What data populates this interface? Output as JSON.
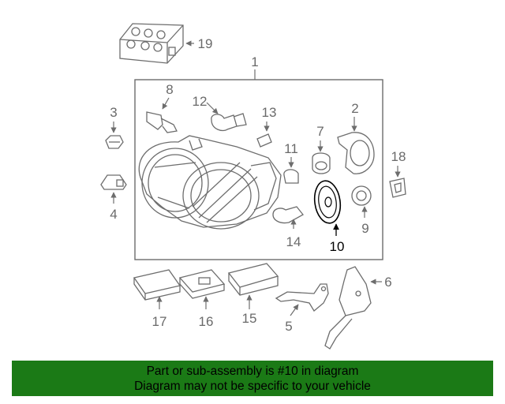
{
  "labels": {
    "p1": "1",
    "p2": "2",
    "p3": "3",
    "p4": "4",
    "p5": "5",
    "p6": "6",
    "p7": "7",
    "p8": "8",
    "p9": "9",
    "p10": "10",
    "p11": "11",
    "p12": "12",
    "p13": "13",
    "p14": "14",
    "p15": "15",
    "p16": "16",
    "p17": "17",
    "p18": "18",
    "p19": "19"
  },
  "highlighted_part": "10",
  "banner": {
    "line1": "Part or sub-assembly is #10 in diagram",
    "line2": "Diagram may not be specific to your vehicle"
  },
  "colors": {
    "banner_bg": "#1b7a16",
    "highlight": "#000000",
    "linework": "#6d6d6d"
  }
}
